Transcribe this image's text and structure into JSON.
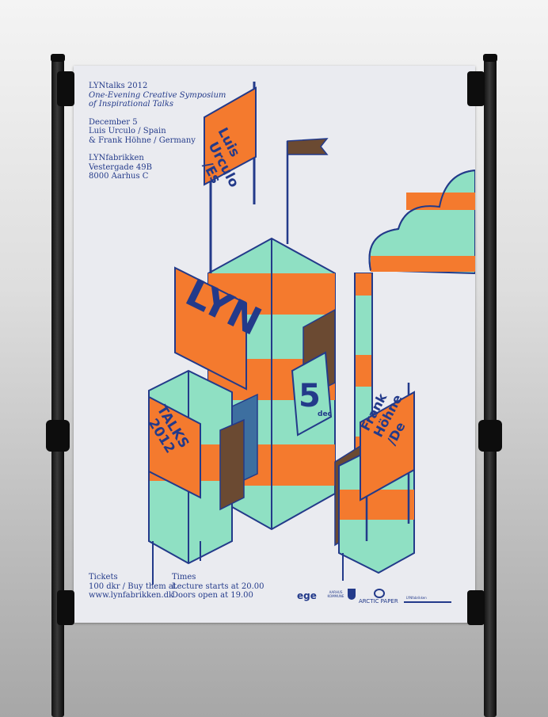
{
  "poster": {
    "event_title": "LYNtalks 2012",
    "subtitle_line1": "One-Evening Creative Symposium",
    "subtitle_line2": "of Inspirational Talks",
    "date": "December 5",
    "speaker1": "Luis Urculo / Spain",
    "speaker2": "& Frank Höhne / Germany",
    "venue": "LYNfabrikken",
    "street": "Vestergade 49B",
    "city": "8000 Aarhus C",
    "tickets_label": "Tickets",
    "tickets_price": "100 dkr / Buy them at",
    "tickets_url": "www.lynfabrikken.dk",
    "times_label": "Times",
    "lecture_time": "Lecture starts at 20.00",
    "doors_time": "Doors open at 19.00"
  },
  "illustration": {
    "flag_top": [
      "Luis",
      "Urculo",
      "/Es"
    ],
    "sign_main": "LYN",
    "sign_number": "5",
    "sign_number_small": "dec",
    "sign_talks": [
      "TALKS",
      "2012"
    ],
    "sign_right": [
      "Frank",
      "Höhne",
      "/De"
    ]
  },
  "sponsors": {
    "ege": "ege",
    "aarhus": "AARHUS KOMMUNE",
    "arctic": "ARCTIC PAPER",
    "lyn": "LYNfabrikken"
  },
  "colors": {
    "navy": "#233a8a",
    "orange": "#f47a2e",
    "mint": "#8fe0c3",
    "paper": "#eaebf0"
  }
}
